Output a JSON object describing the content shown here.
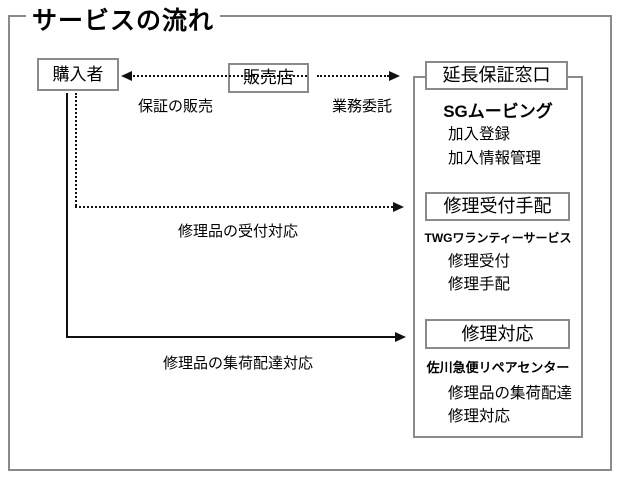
{
  "title": "サービスの流れ",
  "nodes": {
    "purchaser": "購入者",
    "dealer": "販売店"
  },
  "flows": {
    "warranty_sale": "保証の販売",
    "outsourcing": "業務委託",
    "repair_reception": "修理品の受付対応",
    "pickup_delivery": "修理品の集荷配達対応"
  },
  "service_box": {
    "sections": [
      {
        "header": "延長保証窓口",
        "company": "SGムービング",
        "items": [
          "加入登録",
          "加入情報管理"
        ]
      },
      {
        "header": "修理受付手配",
        "company": "TWGワランティーサービス",
        "items": [
          "修理受付",
          "修理手配"
        ]
      },
      {
        "header": "修理対応",
        "company": "佐川急便リペアセンター",
        "items": [
          "修理品の集荷配達",
          "修理対応"
        ]
      }
    ]
  },
  "colors": {
    "box_border": "#8a8a8a",
    "line": "#111111",
    "text": "#000000",
    "background": "#ffffff"
  }
}
